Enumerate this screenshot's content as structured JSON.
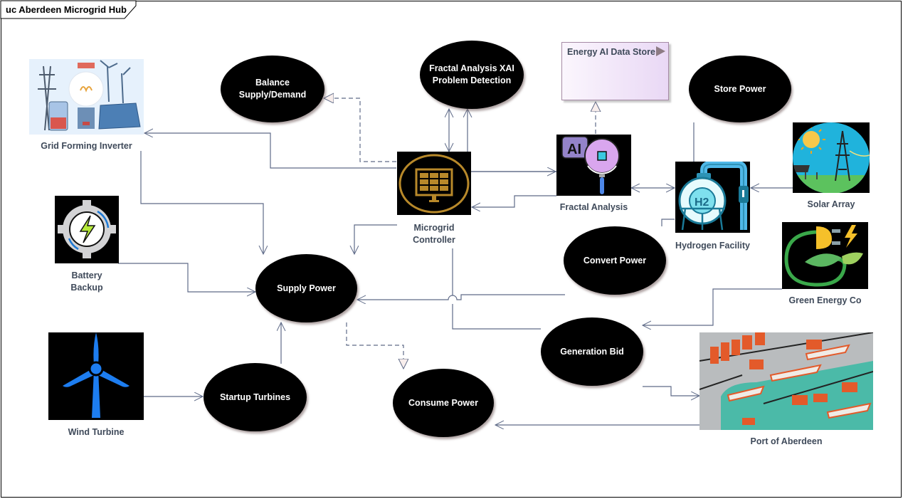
{
  "diagram": {
    "title": "uc Aberdeen Microgrid Hub",
    "type": "UML use case diagram"
  },
  "use_cases": {
    "balance": "Balance Supply/Demand",
    "fractal_xai": "Fractal Analysis XAI Problem Detection",
    "store_power": "Store Power",
    "supply_power": "Supply Power",
    "convert_power": "Convert Power",
    "generation_bid": "Generation Bid",
    "startup_turbines": "Startup Turbines",
    "consume_power": "Consume Power"
  },
  "actors": {
    "grid_inverter": "Grid Forming Inverter",
    "battery": "Battery Backup",
    "wind": "Wind Turbine",
    "controller": "Microgrid Controller",
    "fractal": "Fractal Analysis",
    "hydrogen": "Hydrogen Facility",
    "solar": "Solar Array",
    "green_energy": "Green Energy Co",
    "port": "Port of Aberdeen"
  },
  "artifacts": {
    "data_store": "Energy AI Data Store"
  },
  "colors": {
    "connector": "#5f6b88",
    "usecase_fill": "#000000",
    "controller_gold": "#b8892a",
    "datastore_fill": "#ecdff7"
  },
  "relationships": [
    {
      "from": "Microgrid Controller",
      "to": "Grid Forming Inverter",
      "kind": "association"
    },
    {
      "from": "Microgrid Controller",
      "to": "Balance Supply/Demand",
      "kind": "realization"
    },
    {
      "from": "Microgrid Controller",
      "to": "Fractal Analysis XAI Problem Detection",
      "kind": "bidirectional"
    },
    {
      "from": "Microgrid Controller",
      "to": "Fractal Analysis",
      "kind": "association"
    },
    {
      "from": "Fractal Analysis",
      "to": "Microgrid Controller",
      "kind": "association"
    },
    {
      "from": "Fractal Analysis",
      "to": "Energy AI Data Store",
      "kind": "realization"
    },
    {
      "from": "Fractal Analysis",
      "to": "Hydrogen Facility",
      "kind": "bidirectional"
    },
    {
      "from": "Store Power",
      "to": "Hydrogen Facility",
      "kind": "link"
    },
    {
      "from": "Solar Array",
      "to": "Hydrogen Facility",
      "kind": "association"
    },
    {
      "from": "Grid Forming Inverter",
      "to": "Supply Power",
      "kind": "association"
    },
    {
      "from": "Microgrid Controller",
      "to": "Supply Power",
      "kind": "association"
    },
    {
      "from": "Battery Backup",
      "to": "Supply Power",
      "kind": "association"
    },
    {
      "from": "Convert Power",
      "to": "Supply Power",
      "kind": "association"
    },
    {
      "from": "Startup Turbines",
      "to": "Supply Power",
      "kind": "association"
    },
    {
      "from": "Wind Turbine",
      "to": "Startup Turbines",
      "kind": "association"
    },
    {
      "from": "Supply Power",
      "to": "Consume Power",
      "kind": "realization"
    },
    {
      "from": "Green Energy Co",
      "to": "Generation Bid",
      "kind": "association"
    },
    {
      "from": "Generation Bid",
      "to": "Port of Aberdeen",
      "kind": "association"
    },
    {
      "from": "Port of Aberdeen",
      "to": "Consume Power",
      "kind": "association"
    }
  ]
}
